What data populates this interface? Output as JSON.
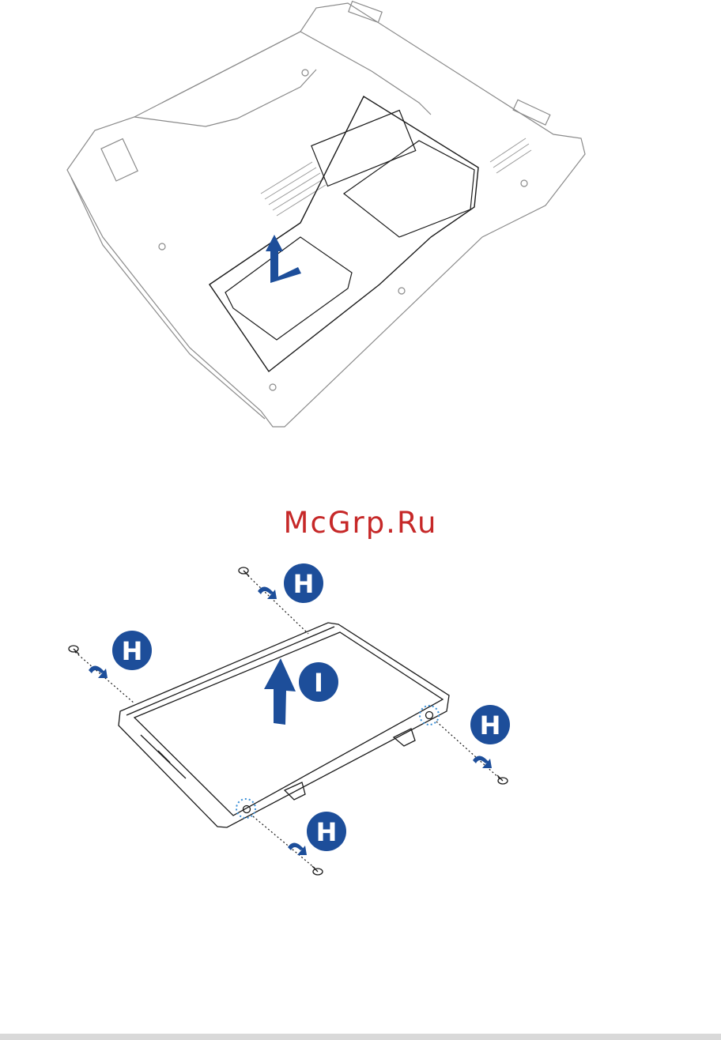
{
  "watermark": "McGrp.Ru",
  "colors": {
    "accent_blue": "#1d4e9a",
    "line": "#1a1a1a",
    "outline_light": "#8a8a8a",
    "callout_dots": "#3a8fd6",
    "watermark_red": "#c62828"
  },
  "labels": {
    "screw_step": "H",
    "lift_step": "I"
  },
  "icons": [
    "up-arrow-icon",
    "rotate-arrow-icon",
    "screw-icon"
  ]
}
